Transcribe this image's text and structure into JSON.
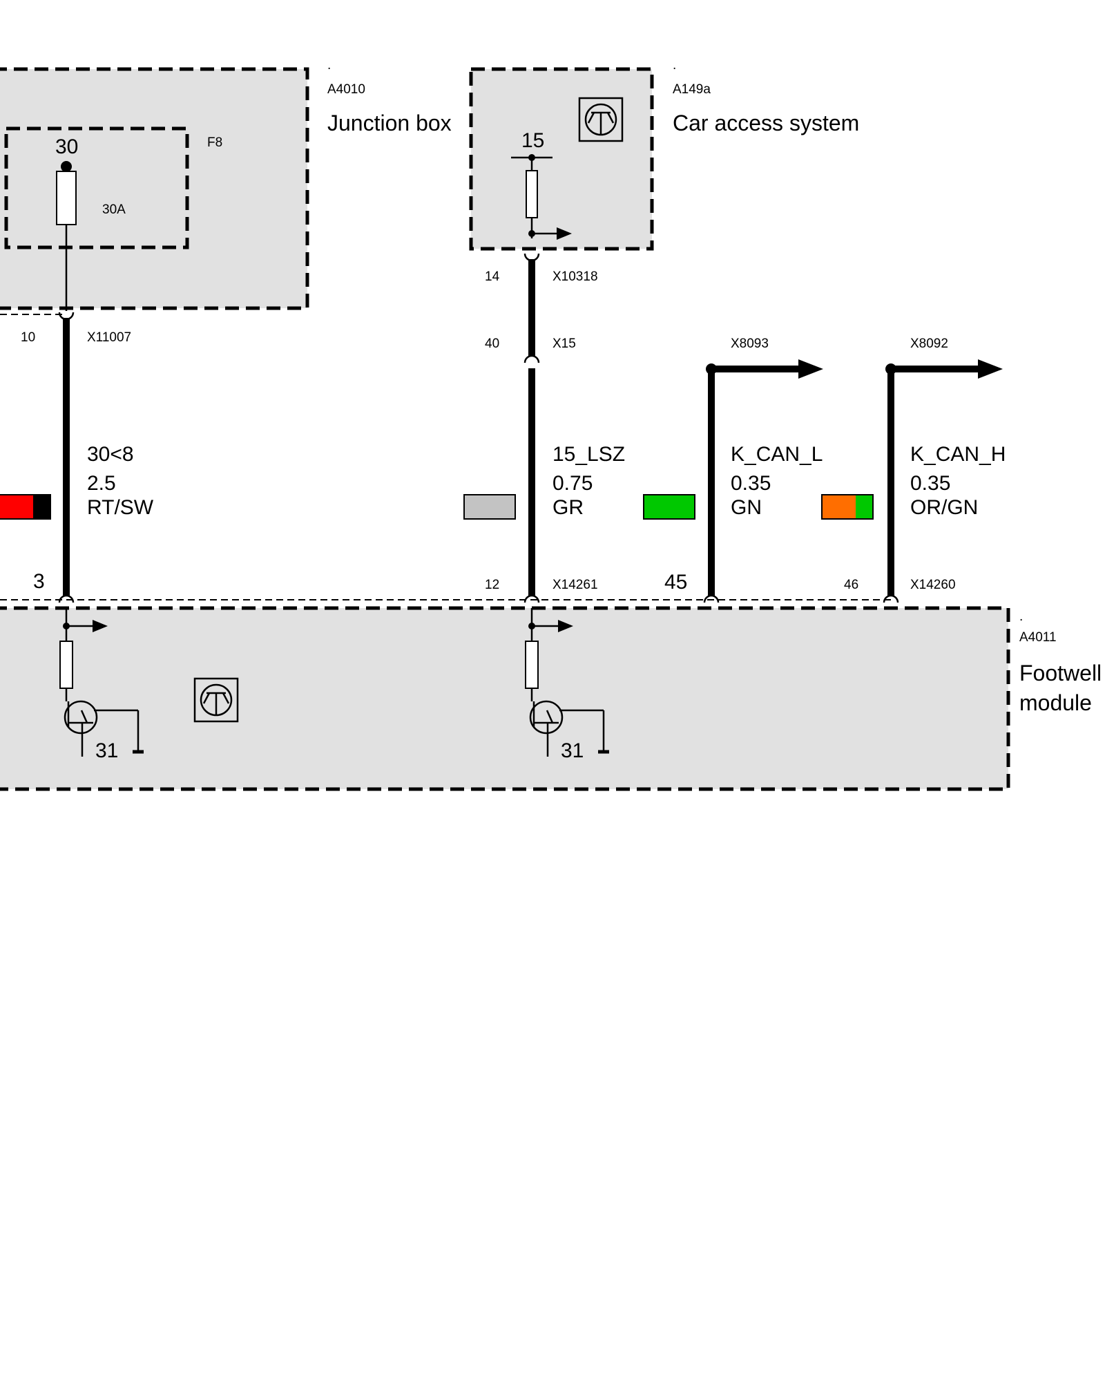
{
  "modules": {
    "junction_box": {
      "dot": ".",
      "id": "A4010",
      "name": "Junction box"
    },
    "car_access": {
      "dot": ".",
      "id": "A149a",
      "name": "Car access system"
    },
    "footwell": {
      "dot": ".",
      "id": "A4011",
      "name_line1": "Footwell",
      "name_line2": "module"
    }
  },
  "fuse": {
    "id": "F8",
    "terminal": "30",
    "rating": "30A"
  },
  "cas_internal": {
    "terminal": "15"
  },
  "connectors": {
    "x11007": {
      "pin": "10",
      "name": "X11007"
    },
    "x10318": {
      "pin": "14",
      "name": "X10318"
    },
    "x15": {
      "pin": "40",
      "name": "X15"
    },
    "x8093": {
      "name": "X8093"
    },
    "x8092": {
      "name": "X8092"
    },
    "x14261_a": {
      "pin": "3"
    },
    "x14261_b": {
      "pin": "12",
      "name": "X14261"
    },
    "x14260_a": {
      "pin": "45"
    },
    "x14260_b": {
      "pin": "46",
      "name": "X14260"
    }
  },
  "wires": [
    {
      "signal": "30<8",
      "gauge": "2.5",
      "color": "RT/SW",
      "swatch": [
        "#ff0000",
        "#000000"
      ]
    },
    {
      "signal": "15_LSZ",
      "gauge": "0.75",
      "color": "GR",
      "swatch": [
        "#c3c3c3"
      ]
    },
    {
      "signal": "K_CAN_L",
      "gauge": "0.35",
      "color": "GN",
      "swatch": [
        "#00c800"
      ]
    },
    {
      "signal": "K_CAN_H",
      "gauge": "0.35",
      "color": "OR/GN",
      "swatch": [
        "#ff6e00",
        "#00c800"
      ]
    }
  ],
  "ground": {
    "left": "31",
    "right": "31"
  },
  "colors": {
    "box_fill": "#e1e1e1",
    "line": "#000000"
  }
}
